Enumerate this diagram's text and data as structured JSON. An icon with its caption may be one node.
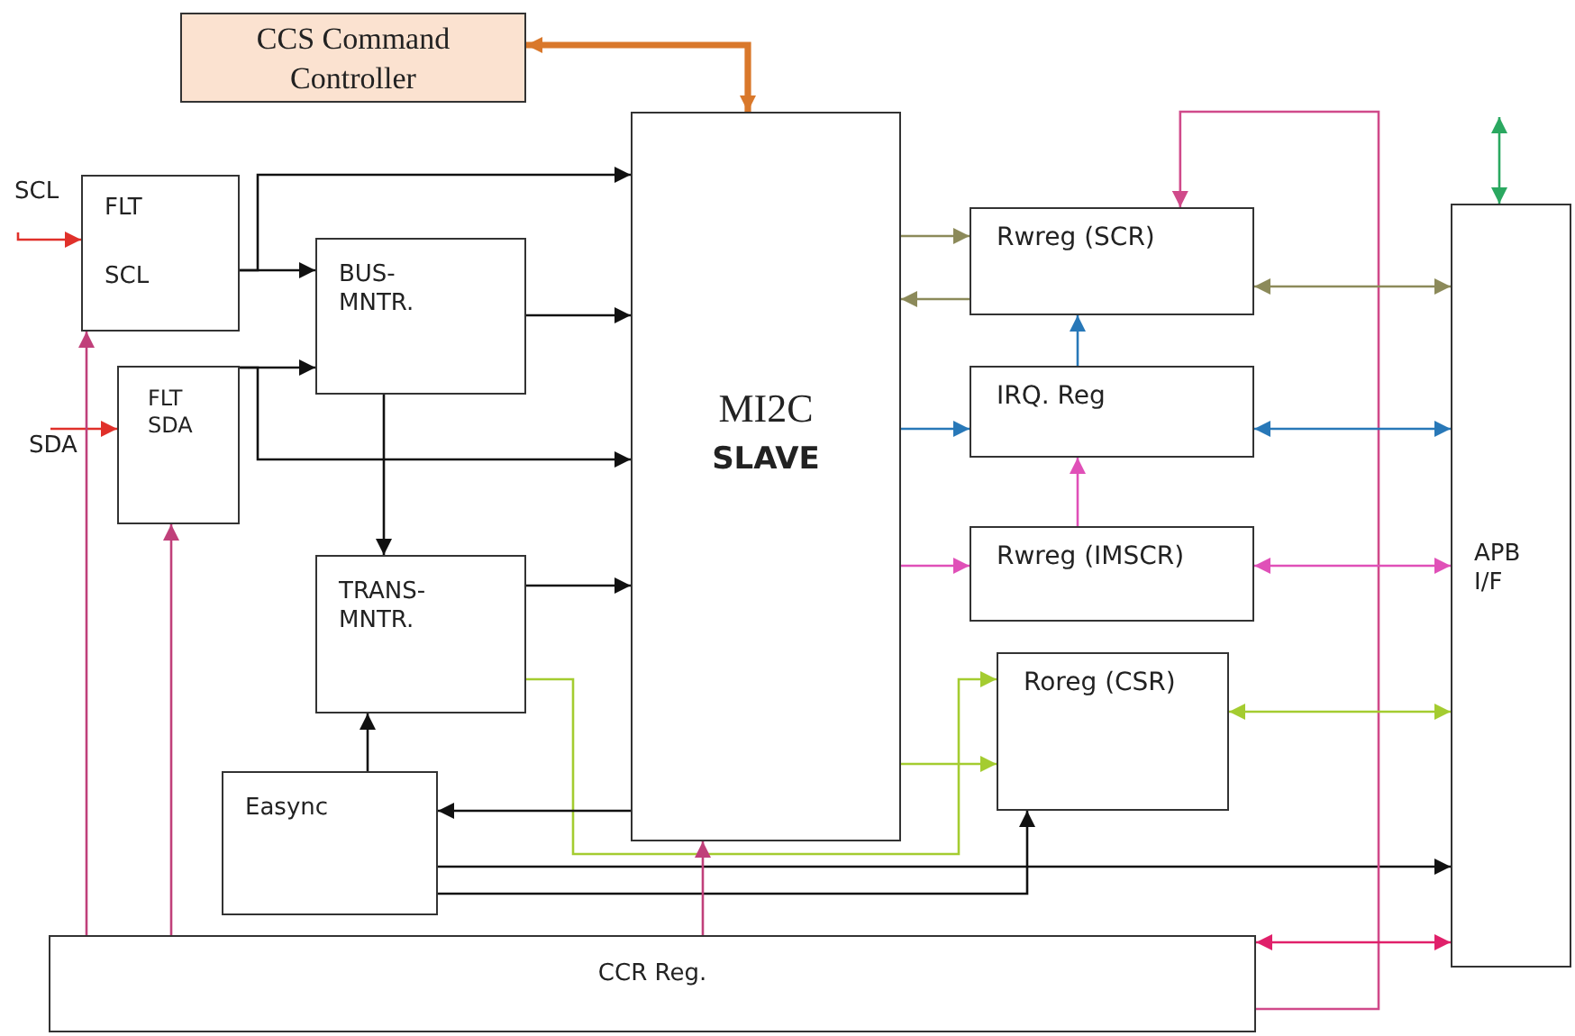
{
  "diagram": {
    "nodes": [
      {
        "text": [
          "CCS Command Controller"
        ]
      },
      {
        "text": [
          "FLT",
          "SCL"
        ]
      },
      {
        "text": [
          "BUS- MNTR."
        ]
      },
      {
        "text": [
          "FLT SDA"
        ]
      },
      {
        "text": [
          "MI2C",
          "SLAVE"
        ]
      },
      {
        "text": [
          "TRANS- MNTR."
        ]
      },
      {
        "text": [
          "Easync"
        ]
      },
      {
        "text": [
          "Rwreg (SCR)"
        ]
      },
      {
        "text": [
          "IRQ. Reg"
        ]
      },
      {
        "text": [
          "Rwreg (IMSCR)"
        ]
      },
      {
        "text": [
          "Roreg (CSR)"
        ]
      },
      {
        "text": [
          "APB I/F"
        ]
      },
      {
        "text": [
          "CCR Reg."
        ]
      },
      {
        "text": [
          "SCL"
        ]
      },
      {
        "text": [
          "SDA"
        ]
      }
    ],
    "edges": [
      {
        "from": 13,
        "to": 1,
        "arrow": "to",
        "color": "#e0302a"
      },
      {
        "from": 14,
        "to": 3,
        "arrow": "to",
        "color": "#e0302a"
      },
      {
        "from": 4,
        "to": 0,
        "arrow": "both",
        "style": "thick",
        "color": "#d9782b"
      },
      {
        "from": 1,
        "to": 4,
        "arrow": "to"
      },
      {
        "from": 1,
        "to": 2,
        "arrow": "to"
      },
      {
        "from": 3,
        "to": 2,
        "arrow": "to"
      },
      {
        "from": 3,
        "to": 4,
        "arrow": "to"
      },
      {
        "from": 2,
        "to": 4,
        "arrow": "to"
      },
      {
        "from": 2,
        "to": 5,
        "arrow": "to"
      },
      {
        "from": 5,
        "to": 4,
        "arrow": "to"
      },
      {
        "from": 5,
        "to": 10,
        "arrow": "to",
        "color": "#a4cc30"
      },
      {
        "from": 6,
        "to": 5,
        "arrow": "to"
      },
      {
        "from": 4,
        "to": 6,
        "arrow": "to"
      },
      {
        "from": 6,
        "to": 11,
        "arrow": "to"
      },
      {
        "from": 6,
        "to": 10,
        "arrow": "to"
      },
      {
        "from": 12,
        "to": 1,
        "arrow": "to",
        "color": "#c0407a"
      },
      {
        "from": 12,
        "to": 3,
        "arrow": "to",
        "color": "#c0407a"
      },
      {
        "from": 12,
        "to": 4,
        "arrow": "to",
        "color": "#c0407a"
      },
      {
        "from": 12,
        "to": 7,
        "arrow": "to",
        "color": "#d04a8a"
      },
      {
        "from": 12,
        "to": 11,
        "arrow": "both",
        "color": "#e0206a"
      },
      {
        "from": 4,
        "to": 7,
        "arrow": "to",
        "color": "#8c8a5a"
      },
      {
        "from": 7,
        "to": 4,
        "arrow": "to",
        "color": "#8c8a5a"
      },
      {
        "from": 7,
        "to": 11,
        "arrow": "both",
        "color": "#8c8a5a"
      },
      {
        "from": 8,
        "to": 7,
        "arrow": "to",
        "color": "#2878b8"
      },
      {
        "from": 4,
        "to": 8,
        "arrow": "to",
        "color": "#2878b8"
      },
      {
        "from": 8,
        "to": 11,
        "arrow": "both",
        "color": "#2878b8"
      },
      {
        "from": 9,
        "to": 8,
        "arrow": "to",
        "color": "#e050b8"
      },
      {
        "from": 4,
        "to": 9,
        "arrow": "to",
        "color": "#e050b8"
      },
      {
        "from": 9,
        "to": 11,
        "arrow": "both",
        "color": "#e050b8"
      },
      {
        "from": 4,
        "to": 10,
        "arrow": "to",
        "color": "#a4cc30"
      },
      {
        "from": 10,
        "to": 11,
        "arrow": "both",
        "color": "#a4cc30"
      },
      {
        "from": null,
        "to": 11,
        "arrow": "both",
        "color": "#2aa860"
      }
    ]
  }
}
